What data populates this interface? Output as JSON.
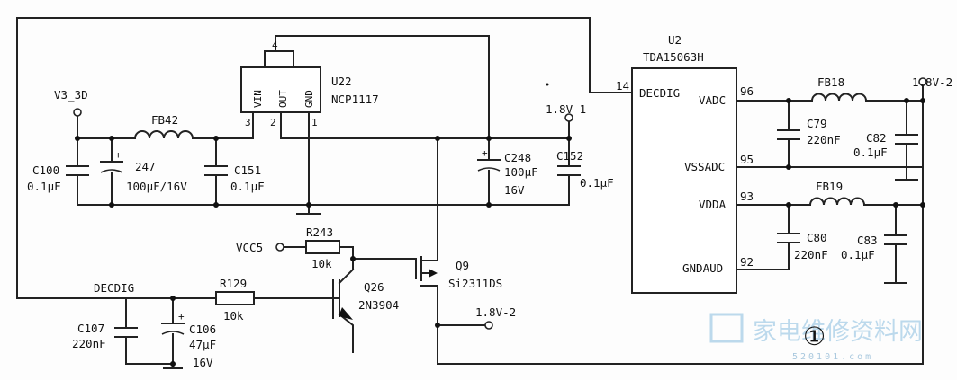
{
  "labels": {
    "u22": "U22",
    "ncp1117": "NCP1117",
    "vin": "VIN",
    "out": "OUT",
    "gnd": "GND",
    "pin4": "4",
    "pin3": "3",
    "pin2": "2",
    "pin1": "1",
    "v3_3d": "V3_3D",
    "fb42": "FB42",
    "c100": "C100",
    "c100v": "0.1μF",
    "c247": "247",
    "c247v": "100μF/16V",
    "c151": "C151",
    "c151v": "0.1μF",
    "c248": "C248",
    "c248v": "100μF",
    "c248r": "16V",
    "c152": "C152",
    "c152v": "0.1μF",
    "v18_1": "1.8V-1",
    "u2": "U2",
    "tda": "TDA15063H",
    "decdig_pin": "DECDIG",
    "vadc": "VADC",
    "vssadc": "VSSADC",
    "vdda": "VDDA",
    "gndaud": "GNDAUD",
    "p14": "14",
    "p96": "96",
    "p95": "95",
    "p93": "93",
    "p92": "92",
    "fb18": "FB18",
    "c79": "C79",
    "c79v": "220nF",
    "c82": "C82",
    "c82v": "0.1μF",
    "fb19": "FB19",
    "c80": "C80",
    "c80v": "220nF",
    "c83": "C83",
    "c83v": "0.1μF",
    "v18_2": "1.8V-2",
    "vcc5": "VCC5",
    "r243": "R243",
    "r243v": "10k",
    "q9": "Q9",
    "si2311": "Si2311DS",
    "v18_2b": "1.8V-2",
    "decdig": "DECDIG",
    "r129": "R129",
    "r129v": "10k",
    "q26": "Q26",
    "n3904": "2N3904",
    "c107": "C107",
    "c107v": "220nF",
    "c106": "C106",
    "c106v": "47μF",
    "c106r": "16V",
    "plus": "+",
    "fig": "①",
    "wm_cn": "家电维修资料网",
    "wm_url": "520101.com"
  }
}
